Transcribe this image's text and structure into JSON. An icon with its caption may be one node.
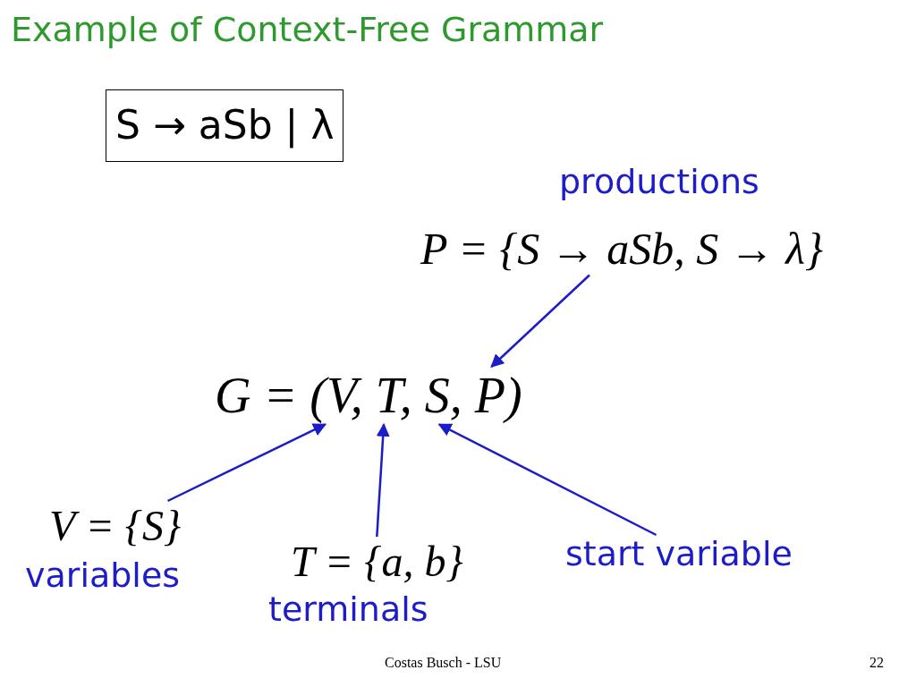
{
  "diagram": {
    "title": "Example of Context-Free Grammar",
    "nodes": [
      {
        "text": [
          "S → aSb | λ"
        ]
      },
      {
        "text": [
          "P = {S → aSb,  S → λ}"
        ],
        "beside": [
          "productions"
        ]
      },
      {
        "text": [
          "G = (V, T, S, P)"
        ]
      },
      {
        "text": [
          "V = {S}"
        ],
        "beside": [
          "variables"
        ]
      },
      {
        "text": [
          "T = {a, b}"
        ],
        "beside": [
          "terminals"
        ]
      },
      {
        "text": [
          "start variable"
        ]
      }
    ],
    "edges": [
      {
        "from": 1,
        "to": 2,
        "arrow": "to"
      },
      {
        "from": 3,
        "to": 2,
        "arrow": "to"
      },
      {
        "from": 4,
        "to": 2,
        "arrow": "to"
      },
      {
        "from": 5,
        "to": 2,
        "arrow": "to"
      }
    ],
    "labels": [
      "Costas Busch - LSU",
      "22"
    ]
  }
}
